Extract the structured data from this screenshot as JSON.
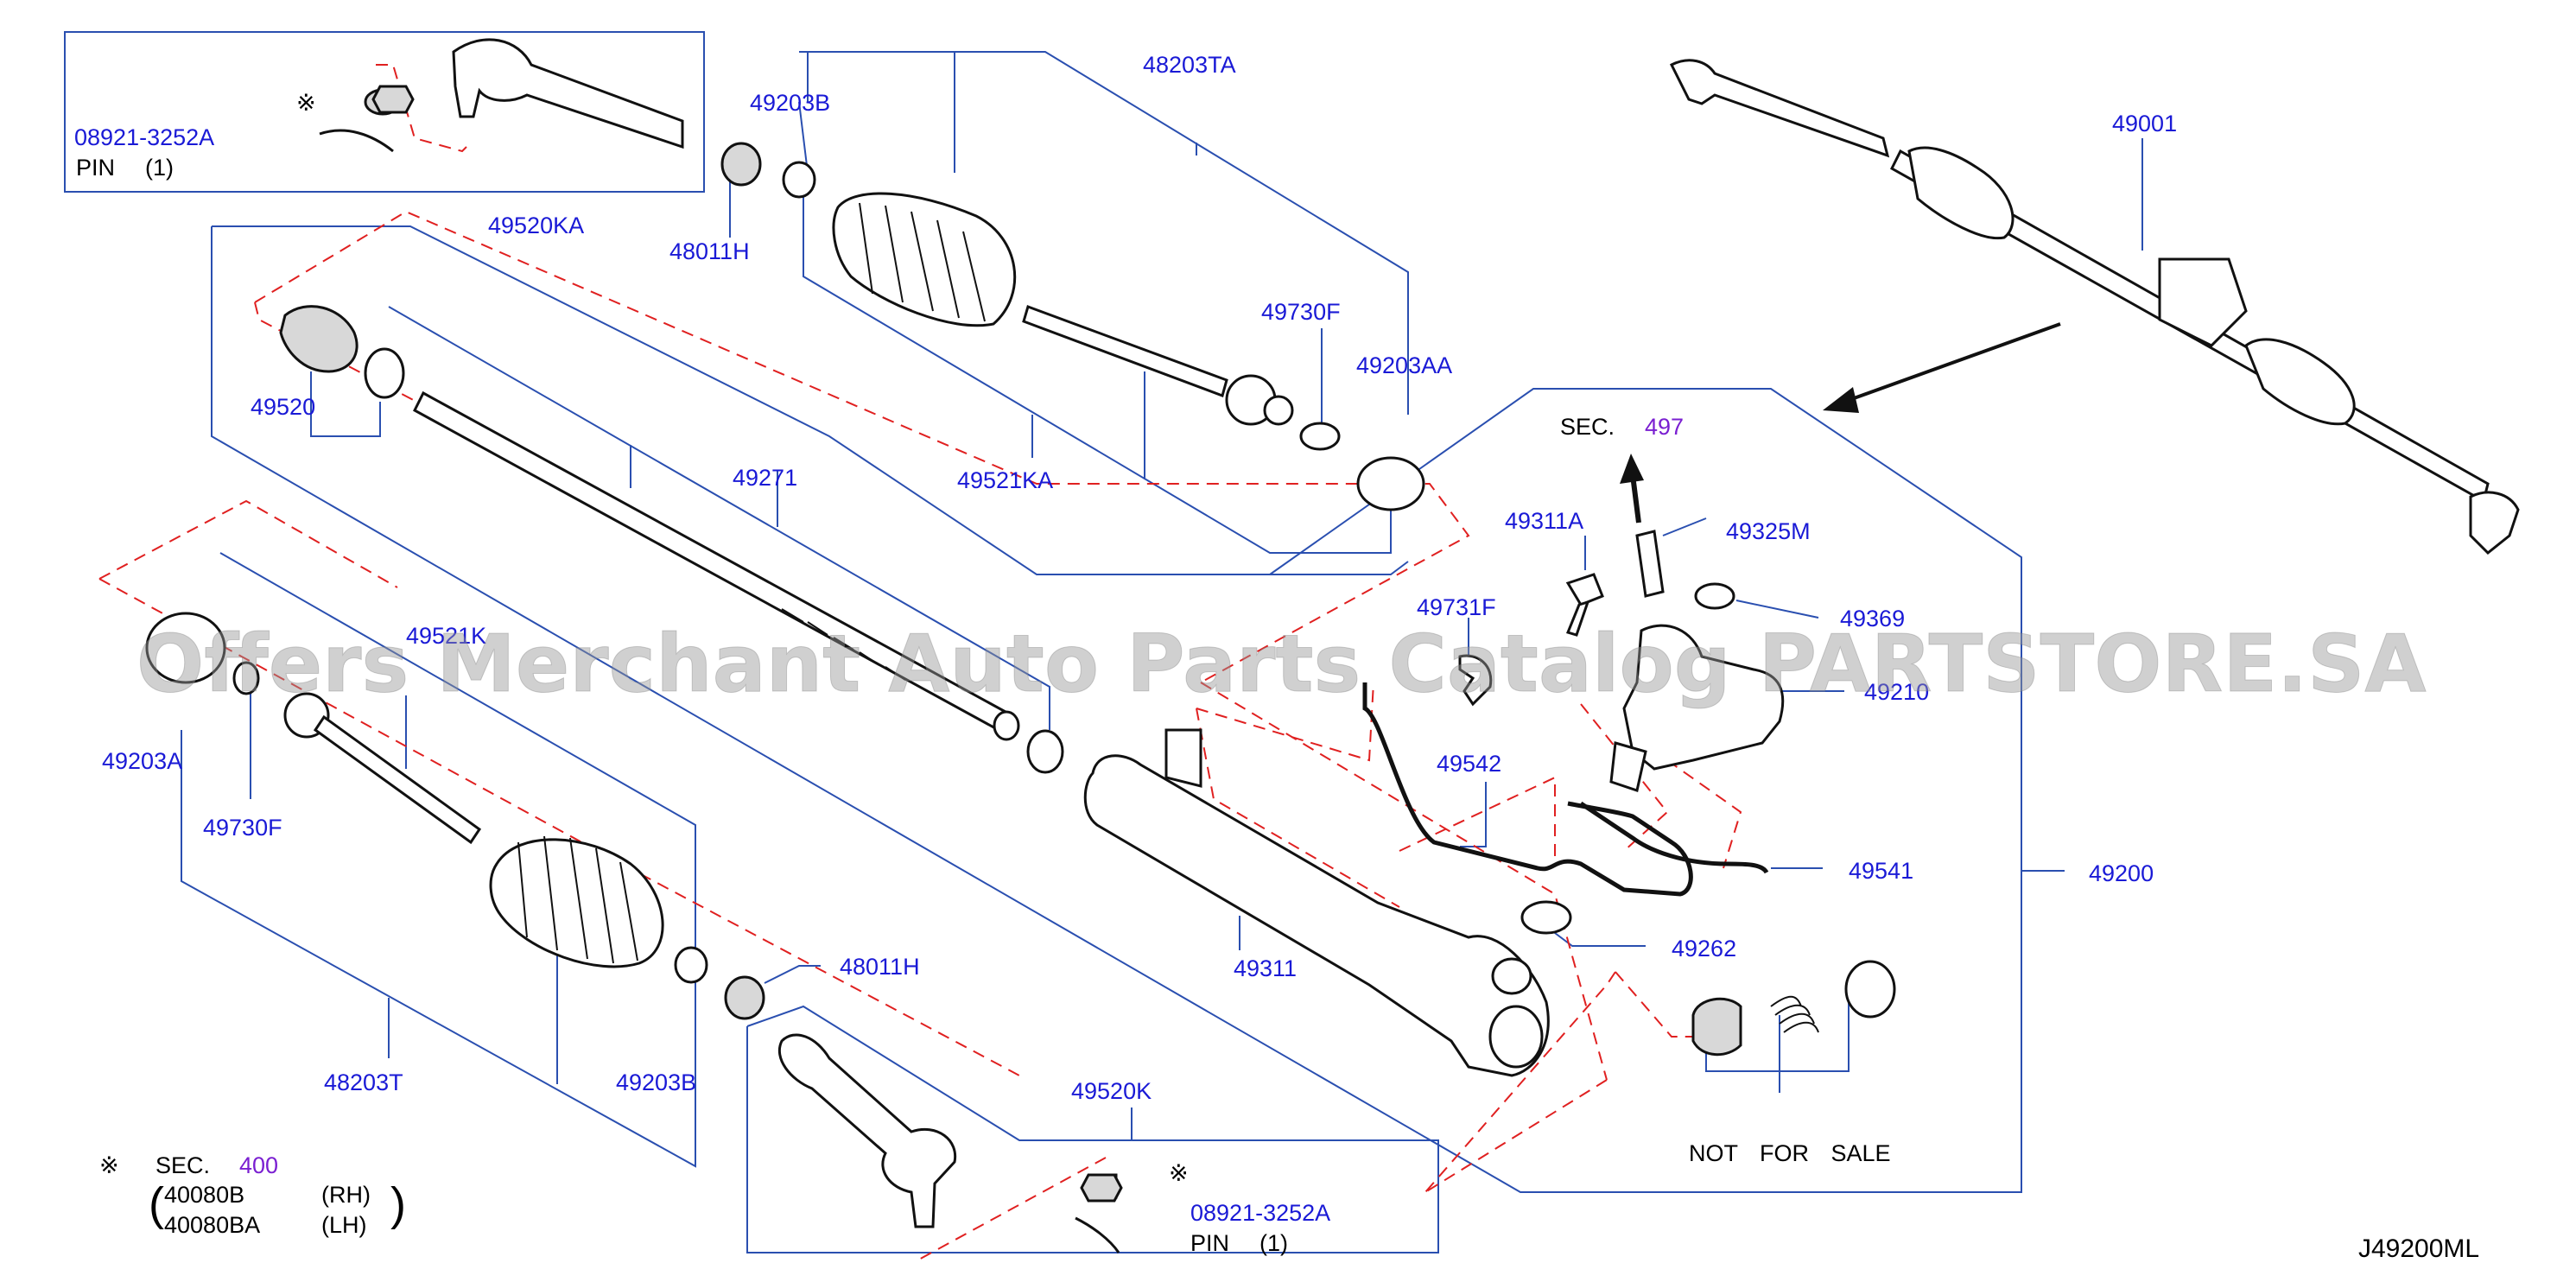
{
  "diagram_code": "J49200ML",
  "watermark": "Offers Merchant Auto Parts Catalog PARTSTORE.SA",
  "colors": {
    "label": "#1a1ad6",
    "leader": "#2a4fb0",
    "dashed": "#e02020",
    "section_ref": "#7a1fd1"
  },
  "parts": {
    "p49520KA": "49520KA",
    "p08921_top": "08921-3252A",
    "pin_top_word": "PIN",
    "pin_top_qty": "(1)",
    "p48011H_top": "48011H",
    "p49203B_top": "49203B",
    "p48203TA": "48203TA",
    "p49730F_top": "49730F",
    "p49203AA": "49203AA",
    "p49521KA": "49521KA",
    "p49520": "49520",
    "p49271": "49271",
    "p49521K": "49521K",
    "p49001": "49001",
    "p49203A": "49203A",
    "p49730F_bot": "49730F",
    "p48203T": "48203T",
    "p49203B_bot": "49203B",
    "p48011H_bot": "48011H",
    "p49520K": "49520K",
    "p08921_bot": "08921-3252A",
    "pin_bot_word": "PIN",
    "pin_bot_qty": "(1)",
    "p49311": "49311",
    "p49311A": "49311A",
    "p49325M": "49325M",
    "p49369": "49369",
    "p49731F": "49731F",
    "p49210": "49210",
    "p49542": "49542",
    "p49541": "49541",
    "p49262": "49262",
    "p49200": "49200"
  },
  "sec497": {
    "prefix": "SEC.",
    "num": "497"
  },
  "sec400": {
    "prefix": "SEC.",
    "num": "400",
    "rows": [
      {
        "code": "40080B",
        "side": "(RH)"
      },
      {
        "code": "40080BA",
        "side": "(LH)"
      }
    ]
  },
  "not_for_sale": "NOT FOR SALE",
  "symbol": "※"
}
